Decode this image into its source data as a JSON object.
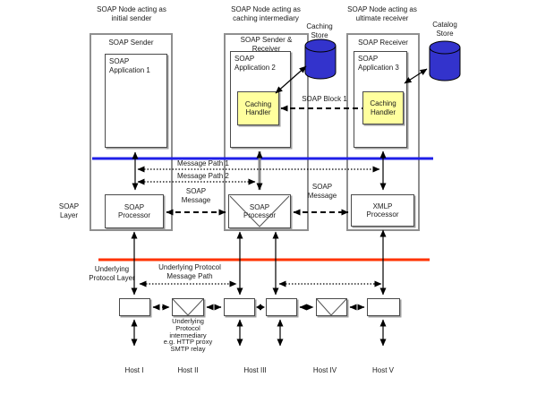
{
  "colors": {
    "soap_layer_line": "#1f1fe8",
    "protocol_layer_line": "#ff3300",
    "handler_fill": "#ffff9e",
    "store_fill": "#3333cc"
  },
  "headers": {
    "node1": "SOAP Node acting as\ninitial sender",
    "node2": "SOAP Node acting as\ncaching intermediary",
    "node3": "SOAP Node acting as\nultimate receiver"
  },
  "nodes": {
    "node1": {
      "title": "SOAP Sender",
      "app": "SOAP\nApplication 1"
    },
    "node2": {
      "title": "SOAP Sender &\nReceiver",
      "app": "SOAP\nApplication 2",
      "handler": "Caching\nHandler"
    },
    "node3": {
      "title": "SOAP Receiver",
      "app": "SOAP\nApplication 3",
      "handler": "Caching\nHandler"
    }
  },
  "stores": {
    "caching": "Caching\nStore",
    "catalog": "Catalog\nStore"
  },
  "processors": {
    "left": "SOAP\nProcessor",
    "middle": "SOAP\nProcessor",
    "right": "XMLP\nProcessor"
  },
  "labels": {
    "message_path_1": "Message Path 1",
    "message_path_2": "Message Path 2",
    "soap_message_left": "SOAP\nMessage",
    "soap_message_right": "SOAP\nMessage",
    "soap_block_1": "SOAP Block 1",
    "soap_layer": "SOAP\nLayer",
    "underlying_protocol_layer": "Underlying\nProtocol Layer",
    "underlying_message_path": "Underlying Protocol\nMessage Path",
    "protocol_intermediary": "Underlying\nProtocol\nintermediary\ne.g. HTTP proxy\nSMTP relay"
  },
  "hosts": [
    "Host I",
    "Host II",
    "Host III",
    "Host IV",
    "Host V"
  ]
}
